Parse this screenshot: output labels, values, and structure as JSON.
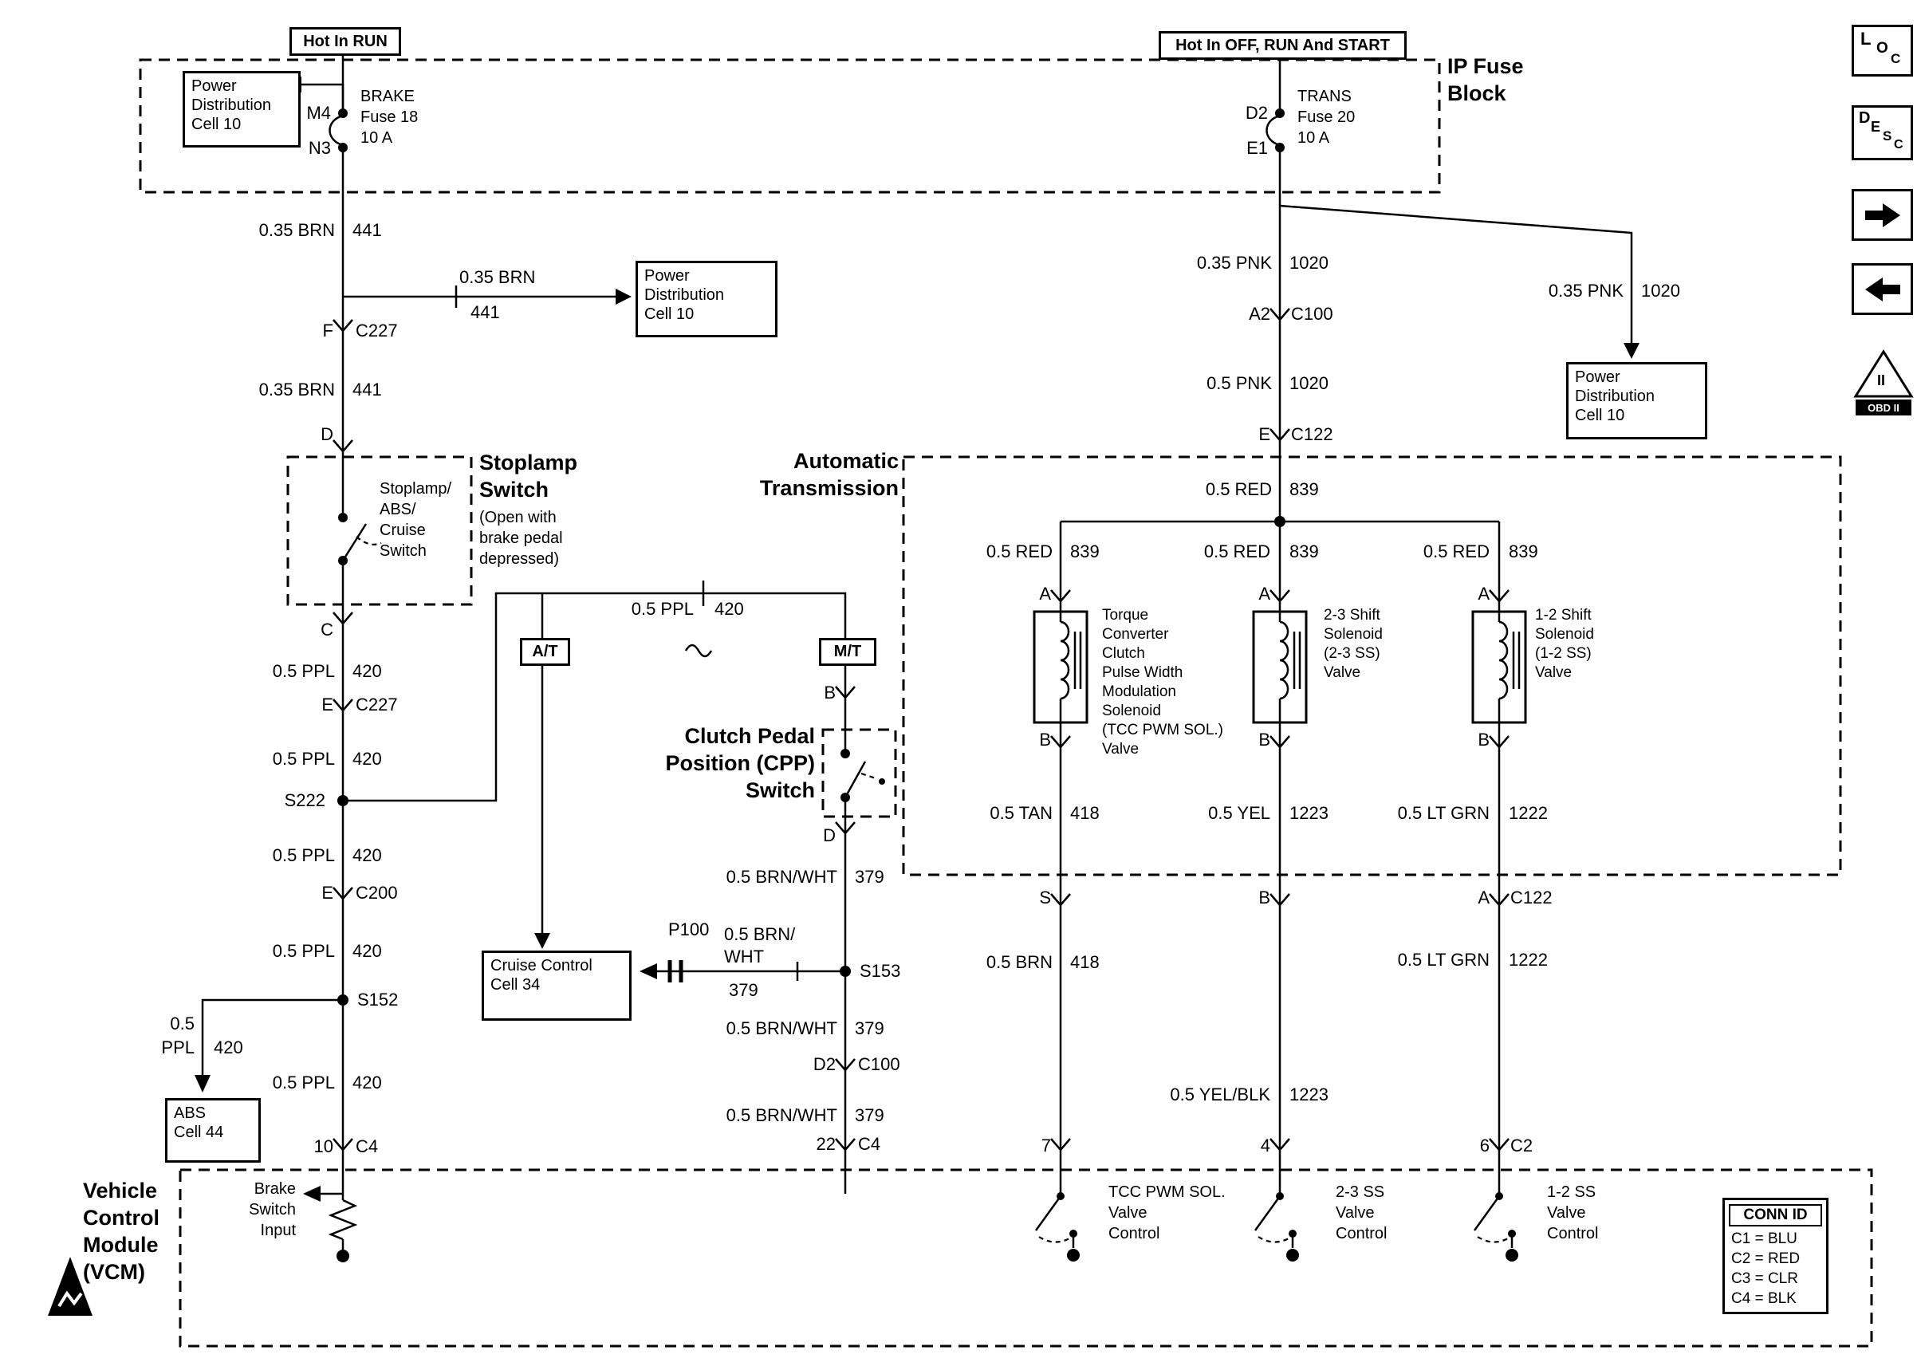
{
  "colors": {
    "fg": "#000000",
    "bg": "#ffffff"
  },
  "headers": {
    "hot_in_run": "Hot In RUN",
    "hot_in_off": "Hot In OFF, RUN And START",
    "ip_fuse_block": "IP Fuse\nBlock"
  },
  "fuses": {
    "brake": {
      "top_pin": "M4",
      "bottom_pin": "N3",
      "label": "BRAKE\nFuse 18\n10 A"
    },
    "trans": {
      "top_pin": "D2",
      "bottom_pin": "E1",
      "label": "TRANS\nFuse 20\n10 A"
    }
  },
  "cells": {
    "power_dist_1": "Power\nDistribution\nCell 10",
    "power_dist_2": "Power\nDistribution\nCell 10",
    "power_dist_3": "Power\nDistribution\nCell 10",
    "cruise": "Cruise Control\nCell 34",
    "abs": "ABS\nCell 44"
  },
  "options": {
    "at": "A/T",
    "mt": "M/T"
  },
  "stoplamp": {
    "title": "Stoplamp\nSwitch",
    "note": "(Open with\nbrake pedal\ndepressed)",
    "inner": "Stoplamp/\nABS/\nCruise\nSwitch"
  },
  "cpp": {
    "title": "Clutch Pedal\nPosition (CPP)\nSwitch"
  },
  "auto_trans": {
    "title": "Automatic\nTransmission"
  },
  "vcm": {
    "title": "Vehicle\nControl\nModule\n(VCM)",
    "brake_input": "Brake\nSwitch\nInput",
    "tcc_control": "TCC PWM SOL.\nValve\nControl",
    "ss23_control": "2-3 SS\nValve\nControl",
    "ss12_control": "1-2 SS\nValve\nControl"
  },
  "solenoids": {
    "tcc": "Torque\nConverter\nClutch\nPulse Width\nModulation\nSolenoid\n(TCC PWM SOL.)\nValve",
    "ss23": "2-3 Shift\nSolenoid\n(2-3 SS)\nValve",
    "ss12": "1-2 Shift\nSolenoid\n(1-2 SS)\nValve"
  },
  "wires": {
    "brn441_a": {
      "name": "0.35 BRN",
      "num": "441"
    },
    "brn441_b": {
      "name": "0.35 BRN",
      "num": "441"
    },
    "brn441_c": {
      "name": "0.35 BRN",
      "num": "441"
    },
    "pnk35_a": {
      "name": "0.35 PNK",
      "num": "1020"
    },
    "pnk35_b": {
      "name": "0.35 PNK",
      "num": "1020"
    },
    "pnk05": {
      "name": "0.5 PNK",
      "num": "1020"
    },
    "ppl_branch": {
      "name": "0.5 PPL",
      "num": "420"
    },
    "ppl_a": {
      "name": "0.5 PPL",
      "num": "420"
    },
    "ppl_b": {
      "name": "0.5 PPL",
      "num": "420"
    },
    "ppl_c": {
      "name": "0.5 PPL",
      "num": "420"
    },
    "ppl_d": {
      "name": "0.5 PPL",
      "num": "420"
    },
    "ppl_abs": {
      "name1": "0.5",
      "name2": "PPL",
      "num": "420"
    },
    "ppl_e": {
      "name": "0.5 PPL",
      "num": "420"
    },
    "brnwht_a": {
      "name": "0.5 BRN/WHT",
      "num": "379"
    },
    "brnwht_p100": {
      "name1": "0.5 BRN/",
      "name2": "WHT",
      "num": "379"
    },
    "brnwht_b": {
      "name": "0.5 BRN/WHT",
      "num": "379"
    },
    "brnwht_c": {
      "name": "0.5 BRN/WHT",
      "num": "379"
    },
    "red_top": {
      "name": "0.5 RED",
      "num": "839"
    },
    "red_1": {
      "name": "0.5 RED",
      "num": "839"
    },
    "red_2": {
      "name": "0.5 RED",
      "num": "839"
    },
    "red_3": {
      "name": "0.5 RED",
      "num": "839"
    },
    "tan": {
      "name": "0.5 TAN",
      "num": "418"
    },
    "yel": {
      "name": "0.5 YEL",
      "num": "1223"
    },
    "ltgrn_a": {
      "name": "0.5 LT GRN",
      "num": "1222"
    },
    "brn418": {
      "name": "0.5 BRN",
      "num": "418"
    },
    "ltgrn_b": {
      "name": "0.5 LT GRN",
      "num": "1222"
    },
    "yelblk": {
      "name": "0.5 YEL/BLK",
      "num": "1223"
    }
  },
  "terminals": {
    "f_c227": {
      "pin": "F",
      "conn": "C227"
    },
    "d_stop": "D",
    "c_stop": "C",
    "e_c227": {
      "pin": "E",
      "conn": "C227"
    },
    "s222": "S222",
    "e_c200": {
      "pin": "E",
      "conn": "C200"
    },
    "s152": "S152",
    "t10_c4": {
      "pin": "10",
      "conn": "C4"
    },
    "b_cpp": "B",
    "d_cpp": "D",
    "p100": "P100",
    "s153": "S153",
    "d2_c100": {
      "pin": "D2",
      "conn": "C100"
    },
    "t22_c4": {
      "pin": "22",
      "conn": "C4"
    },
    "a2_c100": {
      "pin": "A2",
      "conn": "C100"
    },
    "e_c122": {
      "pin": "E",
      "conn": "C122"
    },
    "sol_a1": "A",
    "sol_a2": "A",
    "sol_a3": "A",
    "sol_b1": "B",
    "sol_b2": "B",
    "sol_b3": "B",
    "row_s": "S",
    "row_b": "B",
    "row_a": "A",
    "row_c122": "C122",
    "t7": "7",
    "t4": "4",
    "t6": "6",
    "row_c2": "C2"
  },
  "conn_id": {
    "title": "CONN ID",
    "rows": [
      "C1 = BLU",
      "C2 = RED",
      "C3 = CLR",
      "C4 = BLK"
    ]
  },
  "margin": {
    "loc": {
      "l": "L",
      "o": "O",
      "c": "C"
    },
    "desc": {
      "d": "D",
      "e": "E",
      "s": "S",
      "c": "C"
    },
    "obd": {
      "numeral": "II",
      "banner": "OBD II"
    }
  }
}
